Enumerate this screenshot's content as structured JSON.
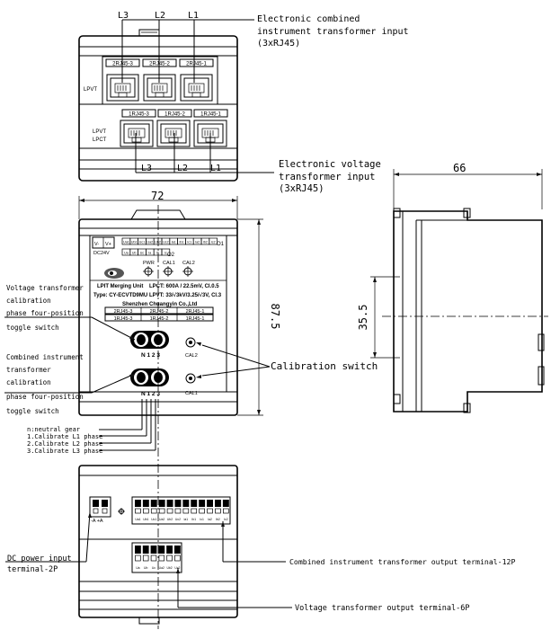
{
  "top_view": {
    "phase_labels_top": [
      "L3",
      "L2",
      "L1"
    ],
    "phase_labels_bottom": [
      "L3",
      "L2",
      "L1"
    ],
    "label_lpvt": "LPVT",
    "label_lpvt_lpct_1": "LPVT",
    "label_lpvt_lpct_2": "LPCT",
    "upper_jacks": [
      "2RJ45-3",
      "2RJ45-2",
      "2RJ45-1"
    ],
    "lower_jacks": [
      "1RJ45-3",
      "1RJ45-2",
      "1RJ45-1"
    ]
  },
  "callouts": {
    "combined_input_1": "Electronic combined",
    "combined_input_2": "instrument transformer input",
    "combined_input_3": "(3xRJ45)",
    "voltage_input_1": "Electronic voltage",
    "voltage_input_2": "transformer input",
    "voltage_input_3": "(3xRJ45)",
    "vt_switch_1": "Voltage transformer",
    "vt_switch_2": "calibration",
    "vt_switch_3": "phase four-position",
    "vt_switch_4": "toggle switch",
    "ct_switch_1": "Combined instrument",
    "ct_switch_2": "transformer",
    "ct_switch_3": "calibration",
    "ct_switch_4": "phase four-position",
    "ct_switch_5": "toggle switch",
    "calibration_switch": "Calibration switch",
    "gear_0": "n:neutral gear",
    "gear_1": "1.Calibrate L1 phase",
    "gear_2": "2.Calibrate L2 phase",
    "gear_3": "3.Calibrate L3 phase",
    "dc_power_1": "DC power input",
    "dc_power_2": "terminal-2P",
    "combined_output": "Combined instrument transformer output terminal-12P",
    "voltage_output": "Voltage transformer output terminal-6P"
  },
  "dimensions": {
    "width": "72",
    "height": "87.5",
    "depth": "66",
    "rail": "35.5"
  },
  "front_panel": {
    "power_label": "DC24V",
    "v_minus": "V-",
    "v_plus": "V+",
    "o1": "O1",
    "o2": "O2",
    "pwr": "PWR",
    "cal1": "CAL1",
    "cal2": "CAL2",
    "unit_name": "LPIT Merging Unit",
    "unit_type": "Type: CY-ECVTD9MU",
    "lpct_spec": "LPCT: 600A / 22.5mV, Cl.0.5",
    "lpvt_spec": "LPVT: 33/√3kV/3.25/√3V, Cl.3",
    "maker": "Shenzhen Chuangyin Co.,Ltd",
    "jacks_row1": [
      "2RJ45-3",
      "2RJ45-2",
      "2RJ45-1"
    ],
    "jacks_row2": [
      "1RJ45-3",
      "1RJ45-2",
      "1RJ45-1"
    ],
    "switch_positions": "N 1 2 3",
    "switch_positions_2": "N 1 2 3",
    "cal2_knob": "CAL2",
    "cal1_knob": "CAL1",
    "terminal_row_a": [
      "Ua1",
      "Ub1",
      "Uc1",
      "Ua2",
      "Ub2",
      "Uc2",
      "Ia1",
      "Ib1",
      "Ic1",
      "Ia2",
      "Ib2",
      "Ic2"
    ],
    "terminal_row_b": [
      "Ua",
      "Ub",
      "Uc",
      "Ia",
      "Ib",
      "Ic"
    ]
  },
  "bottom_view": {
    "dc_label": "-A +A",
    "output_12p": [
      "Ua1",
      "Ub1",
      "Uc1",
      "Ua2",
      "Ub2",
      "Uc2",
      "Ia1",
      "Ib1",
      "Ic1",
      "Ia2",
      "Ib2",
      "Ic2"
    ],
    "output_6p": [
      "Ua",
      "Ub",
      "Uc",
      "Ua2",
      "Ub2",
      "Uc2"
    ]
  }
}
